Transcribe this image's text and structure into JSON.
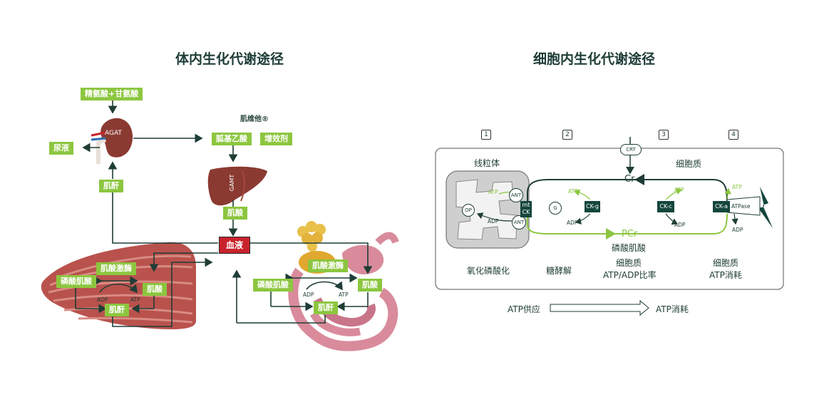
{
  "left": {
    "title": "体内生化代谢途径",
    "arg_gly": "精氨酸+甘氨酸",
    "agat": "AGAT",
    "urine": "尿液",
    "creatinine_top": "肌酐",
    "brand": "肌维他®",
    "gaa": "胍基乙酸",
    "booster": "增效剂",
    "gamt": "GAMT",
    "creatine_liver": "肌酸",
    "blood": "血液",
    "muscle": {
      "ck": "肌酸激酶",
      "pcr": "磷酸肌酸",
      "cr": "肌酸",
      "crn": "肌酐",
      "adp": "ADP",
      "atp": "ATP"
    },
    "gut": {
      "ck": "肌酸激酶",
      "pcr": "磷酸肌酸",
      "cr": "肌酸",
      "crn": "肌酐",
      "adp": "ADP",
      "atp": "ATP"
    }
  },
  "right": {
    "title": "细胞内生化代谢途径",
    "nums": [
      "1",
      "2",
      "3",
      "4"
    ],
    "crt": "CRT",
    "mito": "线粒体",
    "cytoplasm": "细胞质",
    "cr": "Cr",
    "pcr": "PCr",
    "pcr_cn": "磷酸肌酸",
    "atp": "ATP",
    "adp": "ADP",
    "ant": "ANT",
    "op": "OP",
    "g": "G",
    "mtck": "mt CK",
    "ckg": "CK-g",
    "ckc": "CK-c",
    "cka": "CK-a",
    "atpase": "ATPase",
    "cap1": "氧化磷酸化",
    "cap2": "糖酵解",
    "cap3a": "细胞质",
    "cap3b": "ATP/ADP比率",
    "cap4a": "细胞质",
    "cap4b": "ATP消耗",
    "supply": "ATP供应",
    "consume": "ATP消耗"
  },
  "colors": {
    "green": "#8cc63f",
    "dark": "#14463d",
    "red": "#c8232c"
  }
}
